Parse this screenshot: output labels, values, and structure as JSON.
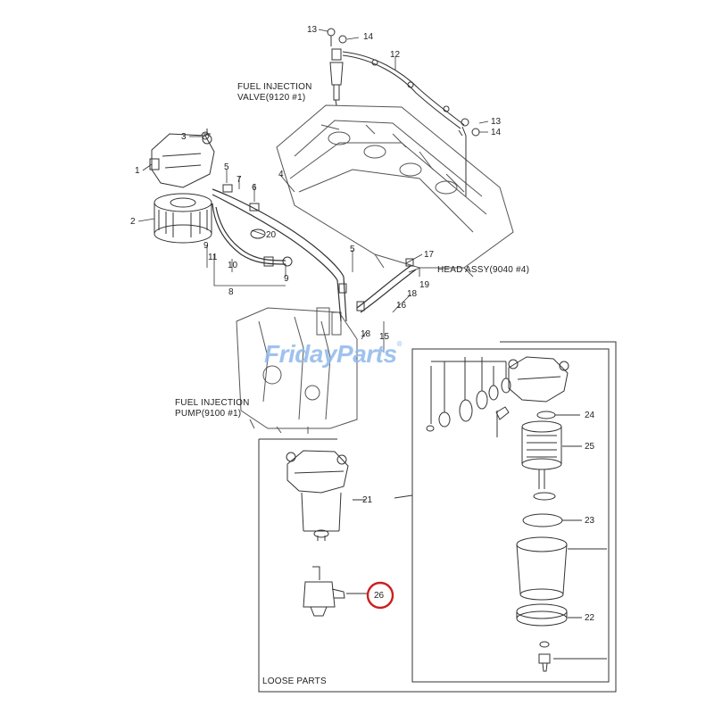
{
  "watermark": {
    "brand": "FridayParts",
    "registered": "®",
    "color": "#8fb8ec"
  },
  "captions": {
    "fuel_injection_valve": [
      "FUEL INJECTION",
      "VALVE(9120 #1)"
    ],
    "head_assy": "HEAD ASSY(9040 #4)",
    "fuel_injection_pump": [
      "FUEL INJECTION",
      "PUMP(9100 #1)"
    ],
    "loose_parts": "LOOSE PARTS"
  },
  "callouts": {
    "n13_top": "13",
    "n14_top": "14",
    "n12": "12",
    "n13_mid": "13",
    "n14_mid": "14",
    "n3": "3",
    "n1": "1",
    "n2": "2",
    "n5a": "5",
    "n7": "7",
    "n6": "6",
    "n4": "4",
    "n20": "20",
    "n9a": "9",
    "n11": "11",
    "n10": "10",
    "n9b": "9",
    "n8": "8",
    "n5b": "5",
    "n17": "17",
    "n19": "19",
    "n18a": "18",
    "n16": "16",
    "n15": "15",
    "n18b": "18",
    "n24": "24",
    "n25": "25",
    "n21": "21",
    "n23": "23",
    "n26": "26",
    "n22": "22"
  },
  "highlight": {
    "target": "26",
    "color": "#cc1f1f"
  }
}
